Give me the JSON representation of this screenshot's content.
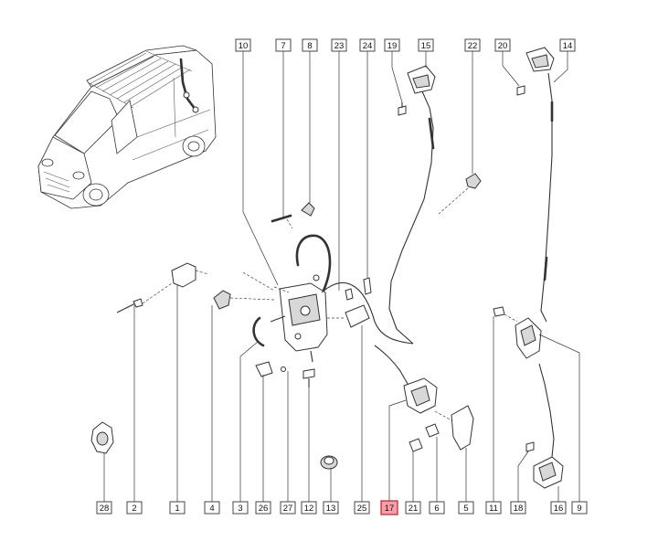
{
  "diagram": {
    "highlight_color": "#f4a0a8",
    "top_callouts": [
      {
        "id": "10",
        "label": "10"
      },
      {
        "id": "7",
        "label": "7"
      },
      {
        "id": "8",
        "label": "8"
      },
      {
        "id": "23",
        "label": "23"
      },
      {
        "id": "24",
        "label": "24"
      },
      {
        "id": "19",
        "label": "19"
      },
      {
        "id": "15",
        "label": "15"
      },
      {
        "id": "22",
        "label": "22"
      },
      {
        "id": "20",
        "label": "20"
      },
      {
        "id": "14",
        "label": "14"
      }
    ],
    "bottom_callouts": [
      {
        "id": "28",
        "label": "28"
      },
      {
        "id": "2",
        "label": "2"
      },
      {
        "id": "1",
        "label": "1"
      },
      {
        "id": "4",
        "label": "4"
      },
      {
        "id": "3",
        "label": "3"
      },
      {
        "id": "26",
        "label": "26"
      },
      {
        "id": "27",
        "label": "27"
      },
      {
        "id": "12",
        "label": "12"
      },
      {
        "id": "13",
        "label": "13"
      },
      {
        "id": "25",
        "label": "25"
      },
      {
        "id": "17",
        "label": "17",
        "highlighted": true
      },
      {
        "id": "21",
        "label": "21"
      },
      {
        "id": "6",
        "label": "6"
      },
      {
        "id": "5",
        "label": "5"
      },
      {
        "id": "11",
        "label": "11"
      },
      {
        "id": "18",
        "label": "18"
      },
      {
        "id": "16",
        "label": "16"
      },
      {
        "id": "9",
        "label": "9"
      }
    ]
  }
}
